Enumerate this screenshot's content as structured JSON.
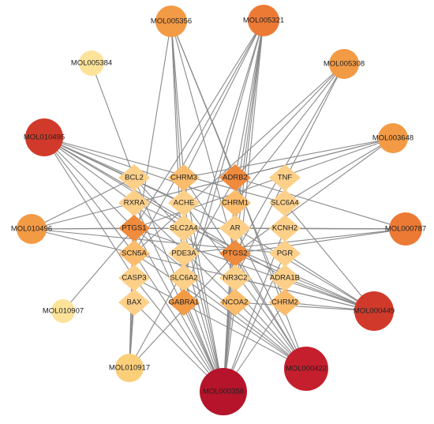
{
  "colors": {
    "edge": "#8a8a8a",
    "mol_dark_red": "#b5142a",
    "mol_red": "#d13a2a",
    "mol_orange_dark": "#ec7a35",
    "mol_orange": "#f39a45",
    "mol_light": "#fbcf7a",
    "mol_pale": "#fde39a",
    "target_orange": "#f08a3c",
    "target_light": "#fdd08a"
  },
  "molecules": [
    {
      "id": "MOL005356",
      "label": "MOL005356",
      "color": "#f39a45"
    },
    {
      "id": "MOL005321",
      "label": "MOL005321",
      "color": "#ec7a35"
    },
    {
      "id": "MOL005384",
      "label": "MOL005384",
      "color": "#fde39a"
    },
    {
      "id": "MOL005308",
      "label": "MOL005308",
      "color": "#f39a45"
    },
    {
      "id": "MOL010495",
      "label": "MOL010495",
      "color": "#d13a2a"
    },
    {
      "id": "MOL003648",
      "label": "MOL003648",
      "color": "#f39a45"
    },
    {
      "id": "MOL010496",
      "label": "MOL010496",
      "color": "#f39a45"
    },
    {
      "id": "MOL000787",
      "label": "MOL000787",
      "color": "#ec7a35"
    },
    {
      "id": "MOL010907",
      "label": "MOL010907",
      "color": "#fde39a"
    },
    {
      "id": "MOL000449",
      "label": "MOL000449",
      "color": "#d13a2a"
    },
    {
      "id": "MOL010917",
      "label": "MOL010917",
      "color": "#fbcf7a"
    },
    {
      "id": "MOL000422",
      "label": "MOL000422",
      "color": "#c51e2c"
    },
    {
      "id": "MOL000358",
      "label": "MOL000358",
      "color": "#b5142a"
    }
  ],
  "targets": [
    {
      "id": "BCL2",
      "label": "BCL2",
      "color": "#fdd08a"
    },
    {
      "id": "CHRM3",
      "label": "CHRM3",
      "color": "#fbbd6c"
    },
    {
      "id": "ADRB2",
      "label": "ADRB2",
      "color": "#f08a3c"
    },
    {
      "id": "TNF",
      "label": "TNF",
      "color": "#fdd08a"
    },
    {
      "id": "RXRA",
      "label": "RXRA",
      "color": "#fdd08a"
    },
    {
      "id": "ACHE",
      "label": "ACHE",
      "color": "#fdd08a"
    },
    {
      "id": "CHRM1",
      "label": "CHRM1",
      "color": "#fbbd6c"
    },
    {
      "id": "SLC6A4",
      "label": "SLC6A4",
      "color": "#fdd08a"
    },
    {
      "id": "PTGS1",
      "label": "PTGS1",
      "color": "#f08a3c"
    },
    {
      "id": "SLC2A4",
      "label": "SLC2A4",
      "color": "#fdd08a"
    },
    {
      "id": "AR",
      "label": "AR",
      "color": "#fdd08a"
    },
    {
      "id": "KCNH2",
      "label": "KCNH2",
      "color": "#fdd08a"
    },
    {
      "id": "SCN5A",
      "label": "SCN5A",
      "color": "#fbbd6c"
    },
    {
      "id": "PDE3A",
      "label": "PDE3A",
      "color": "#fdd08a"
    },
    {
      "id": "PTGS2",
      "label": "PTGS2",
      "color": "#f08a3c"
    },
    {
      "id": "PGR",
      "label": "PGR",
      "color": "#fdd08a"
    },
    {
      "id": "CASP3",
      "label": "CASP3",
      "color": "#fdd08a"
    },
    {
      "id": "SLC6A2",
      "label": "SLC6A2",
      "color": "#fdd08a"
    },
    {
      "id": "NR3C2",
      "label": "NR3C2",
      "color": "#fdd08a"
    },
    {
      "id": "ADRA1B",
      "label": "ADRA1B",
      "color": "#fdd08a"
    },
    {
      "id": "BAX",
      "label": "BAX",
      "color": "#fdd08a"
    },
    {
      "id": "GABRA1",
      "label": "GABRA1",
      "color": "#f39a45"
    },
    {
      "id": "NCOA2",
      "label": "NCOA2",
      "color": "#fbbd6c"
    },
    {
      "id": "CHRM2",
      "label": "CHRM2",
      "color": "#fbbd6c"
    }
  ],
  "edges": [
    [
      "MOL005356",
      "CHRM3"
    ],
    [
      "MOL005356",
      "ADRB2"
    ],
    [
      "MOL005356",
      "SLC2A4"
    ],
    [
      "MOL005356",
      "PTGS2"
    ],
    [
      "MOL005356",
      "GABRA1"
    ],
    [
      "MOL005356",
      "SCN5A"
    ],
    [
      "MOL005356",
      "CHRM2"
    ],
    [
      "MOL005321",
      "CHRM3"
    ],
    [
      "MOL005321",
      "ADRB2"
    ],
    [
      "MOL005321",
      "CHRM1"
    ],
    [
      "MOL005321",
      "PTGS1"
    ],
    [
      "MOL005321",
      "AR"
    ],
    [
      "MOL005321",
      "PTGS2"
    ],
    [
      "MOL005321",
      "SLC6A2"
    ],
    [
      "MOL005321",
      "NCOA2"
    ],
    [
      "MOL005321",
      "GABRA1"
    ],
    [
      "MOL005321",
      "SCN5A"
    ],
    [
      "MOL005384",
      "BCL2"
    ],
    [
      "MOL005308",
      "ADRB2"
    ],
    [
      "MOL005308",
      "CHRM1"
    ],
    [
      "MOL005308",
      "PTGS2"
    ],
    [
      "MOL005308",
      "NR3C2"
    ],
    [
      "MOL005308",
      "SCN5A"
    ],
    [
      "MOL010495",
      "BCL2"
    ],
    [
      "MOL010495",
      "RXRA"
    ],
    [
      "MOL010495",
      "PTGS1"
    ],
    [
      "MOL010495",
      "SCN5A"
    ],
    [
      "MOL010495",
      "CASP3"
    ],
    [
      "MOL010495",
      "ACHE"
    ],
    [
      "MOL010495",
      "CHRM1"
    ],
    [
      "MOL010495",
      "PTGS2"
    ],
    [
      "MOL010495",
      "ADRA1B"
    ],
    [
      "MOL010495",
      "AR"
    ],
    [
      "MOL010495",
      "SLC6A4"
    ],
    [
      "MOL003648",
      "ADRB2"
    ],
    [
      "MOL003648",
      "CHRM3"
    ],
    [
      "MOL003648",
      "PTGS1"
    ],
    [
      "MOL003648",
      "PTGS2"
    ],
    [
      "MOL003648",
      "SLC6A4"
    ],
    [
      "MOL003648",
      "RXRA"
    ],
    [
      "MOL010496",
      "BCL2"
    ],
    [
      "MOL010496",
      "PTGS1"
    ],
    [
      "MOL010496",
      "SCN5A"
    ],
    [
      "MOL010496",
      "RXRA"
    ],
    [
      "MOL010496",
      "KCNH2"
    ],
    [
      "MOL010496",
      "PGR"
    ],
    [
      "MOL000787",
      "PTGS1"
    ],
    [
      "MOL000787",
      "PTGS2"
    ],
    [
      "MOL000787",
      "ADRB2"
    ],
    [
      "MOL000787",
      "KCNH2"
    ],
    [
      "MOL000787",
      "SLC2A4"
    ],
    [
      "MOL000787",
      "AR"
    ],
    [
      "MOL000787",
      "PDE3A"
    ],
    [
      "MOL010907",
      "PTGS1"
    ],
    [
      "MOL000449",
      "PTGS1"
    ],
    [
      "MOL000449",
      "PTGS2"
    ],
    [
      "MOL000449",
      "NR3C2"
    ],
    [
      "MOL000449",
      "AR"
    ],
    [
      "MOL000449",
      "PGR"
    ],
    [
      "MOL000449",
      "ADRA1B"
    ],
    [
      "MOL000449",
      "SCN5A"
    ],
    [
      "MOL000449",
      "CHRM2"
    ],
    [
      "MOL000449",
      "RXRA"
    ],
    [
      "MOL000449",
      "NCOA2"
    ],
    [
      "MOL000449",
      "SLC6A4"
    ],
    [
      "MOL010917",
      "BCL2"
    ],
    [
      "MOL010917",
      "PTGS1"
    ],
    [
      "MOL010917",
      "PTGS2"
    ],
    [
      "MOL010917",
      "BAX"
    ],
    [
      "MOL010917",
      "CASP3"
    ],
    [
      "MOL010917",
      "ADRB2"
    ],
    [
      "MOL000422",
      "BCL2"
    ],
    [
      "MOL000422",
      "PTGS1"
    ],
    [
      "MOL000422",
      "PTGS2"
    ],
    [
      "MOL000422",
      "SCN5A"
    ],
    [
      "MOL000422",
      "ADRB2"
    ],
    [
      "MOL000422",
      "CHRM3"
    ],
    [
      "MOL000422",
      "SLC6A2"
    ],
    [
      "MOL000422",
      "CASP3"
    ],
    [
      "MOL000422",
      "RXRA"
    ],
    [
      "MOL000422",
      "ACHE"
    ],
    [
      "MOL000422",
      "AR"
    ],
    [
      "MOL000358",
      "BCL2"
    ],
    [
      "MOL000358",
      "CHRM3"
    ],
    [
      "MOL000358",
      "ADRB2"
    ],
    [
      "MOL000358",
      "RXRA"
    ],
    [
      "MOL000358",
      "ACHE"
    ],
    [
      "MOL000358",
      "CHRM1"
    ],
    [
      "MOL000358",
      "PTGS1"
    ],
    [
      "MOL000358",
      "SLC2A4"
    ],
    [
      "MOL000358",
      "AR"
    ],
    [
      "MOL000358",
      "SCN5A"
    ],
    [
      "MOL000358",
      "PDE3A"
    ],
    [
      "MOL000358",
      "PTGS2"
    ],
    [
      "MOL000358",
      "CASP3"
    ],
    [
      "MOL000358",
      "SLC6A2"
    ],
    [
      "MOL000358",
      "NR3C2"
    ],
    [
      "MOL000358",
      "BAX"
    ],
    [
      "MOL000358",
      "GABRA1"
    ],
    [
      "MOL000358",
      "NCOA2"
    ],
    [
      "MOL000358",
      "CHRM2"
    ],
    [
      "MOL000358",
      "KCNH2"
    ],
    [
      "MOL000358",
      "PGR"
    ]
  ]
}
